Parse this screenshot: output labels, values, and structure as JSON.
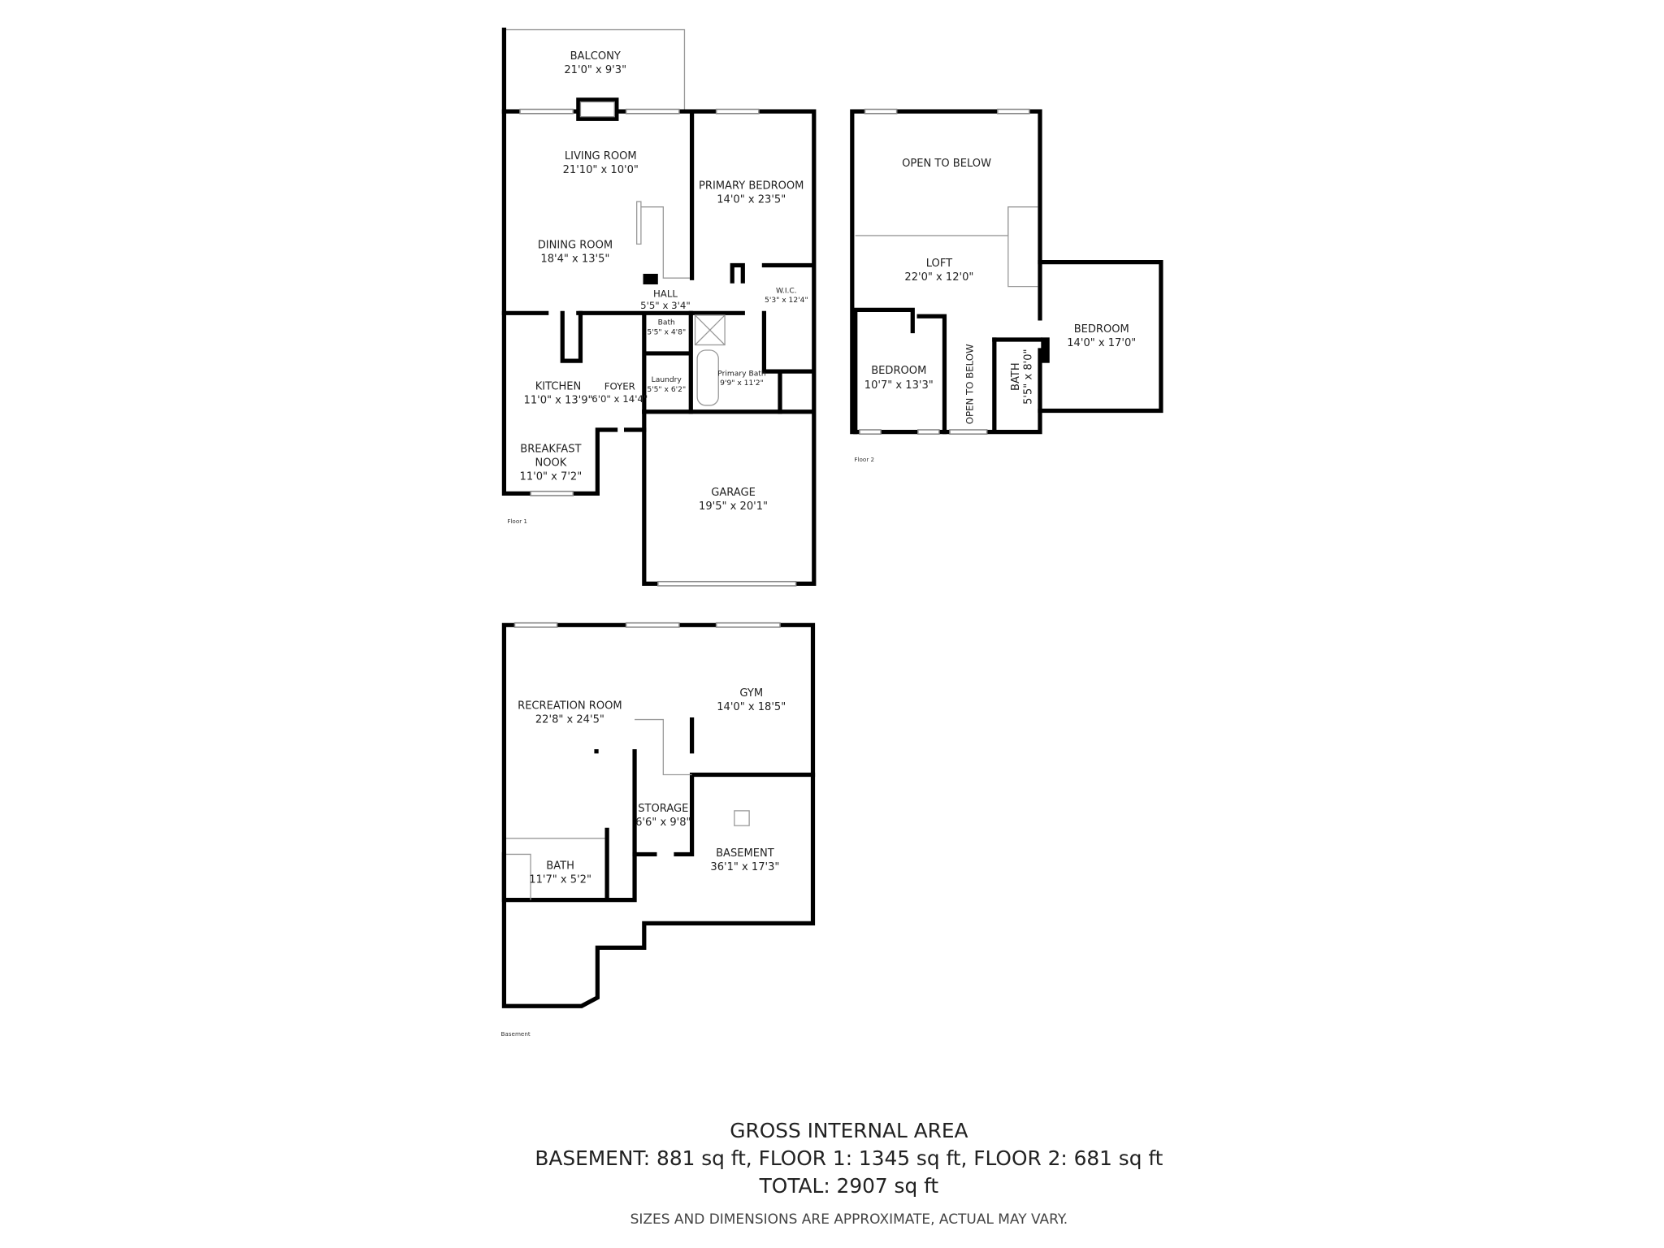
{
  "floors": {
    "floor1": {
      "label": "Floor 1",
      "rooms": [
        {
          "name": "BALCONY",
          "dims": "21'0\" x 9'3\""
        },
        {
          "name": "LIVING ROOM",
          "dims": "21'10\" x 10'0\""
        },
        {
          "name": "PRIMARY BEDROOM",
          "dims": "14'0\" x 23'5\""
        },
        {
          "name": "DINING ROOM",
          "dims": "18'4\" x 13'5\""
        },
        {
          "name": "HALL",
          "dims": "5'5\" x 3'4\""
        },
        {
          "name": "W.I.C.",
          "dims": "5'3\" x 12'4\""
        },
        {
          "name": "Bath",
          "dims": "5'5\" x 4'8\""
        },
        {
          "name": "Laundry",
          "dims": "5'5\" x 6'2\""
        },
        {
          "name": "Primary Bath",
          "dims": "9'9\" x 11'2\""
        },
        {
          "name": "KITCHEN",
          "dims": "11'0\" x 13'9\""
        },
        {
          "name": "FOYER",
          "dims": "6'0\" x 14'4\""
        },
        {
          "name": "BREAKFAST",
          "name2": "NOOK",
          "dims": "11'0\" x 7'2\""
        },
        {
          "name": "GARAGE",
          "dims": "19'5\" x 20'1\""
        }
      ]
    },
    "floor2": {
      "label": "Floor 2",
      "rooms": [
        {
          "name": "OPEN TO BELOW"
        },
        {
          "name": "LOFT",
          "dims": "22'0\" x 12'0\""
        },
        {
          "name": "BEDROOM",
          "dims": "14'0\" x 17'0\""
        },
        {
          "name": "BEDROOM",
          "dims": "10'7\" x 13'3\""
        },
        {
          "name": "OPEN TO BELOW"
        },
        {
          "name": "BATH",
          "dims": "5'5\" x 8'0\""
        }
      ]
    },
    "basement": {
      "label": "Basement",
      "rooms": [
        {
          "name": "RECREATION ROOM",
          "dims": "22'8\" x 24'5\""
        },
        {
          "name": "GYM",
          "dims": "14'0\" x 18'5\""
        },
        {
          "name": "STORAGE",
          "dims": "6'6\" x 9'8\""
        },
        {
          "name": "BASEMENT",
          "dims": "36'1\" x 17'3\""
        },
        {
          "name": "BATH",
          "dims": "11'7\" x 5'2\""
        }
      ]
    }
  },
  "summary": {
    "title": "GROSS INTERNAL AREA",
    "areas": "BASEMENT: 881 sq ft, FLOOR 1: 1345 sq ft, FLOOR 2: 681 sq ft",
    "total": "TOTAL: 2907 sq ft",
    "disclaimer": "SIZES AND DIMENSIONS ARE APPROXIMATE, ACTUAL MAY VARY."
  }
}
